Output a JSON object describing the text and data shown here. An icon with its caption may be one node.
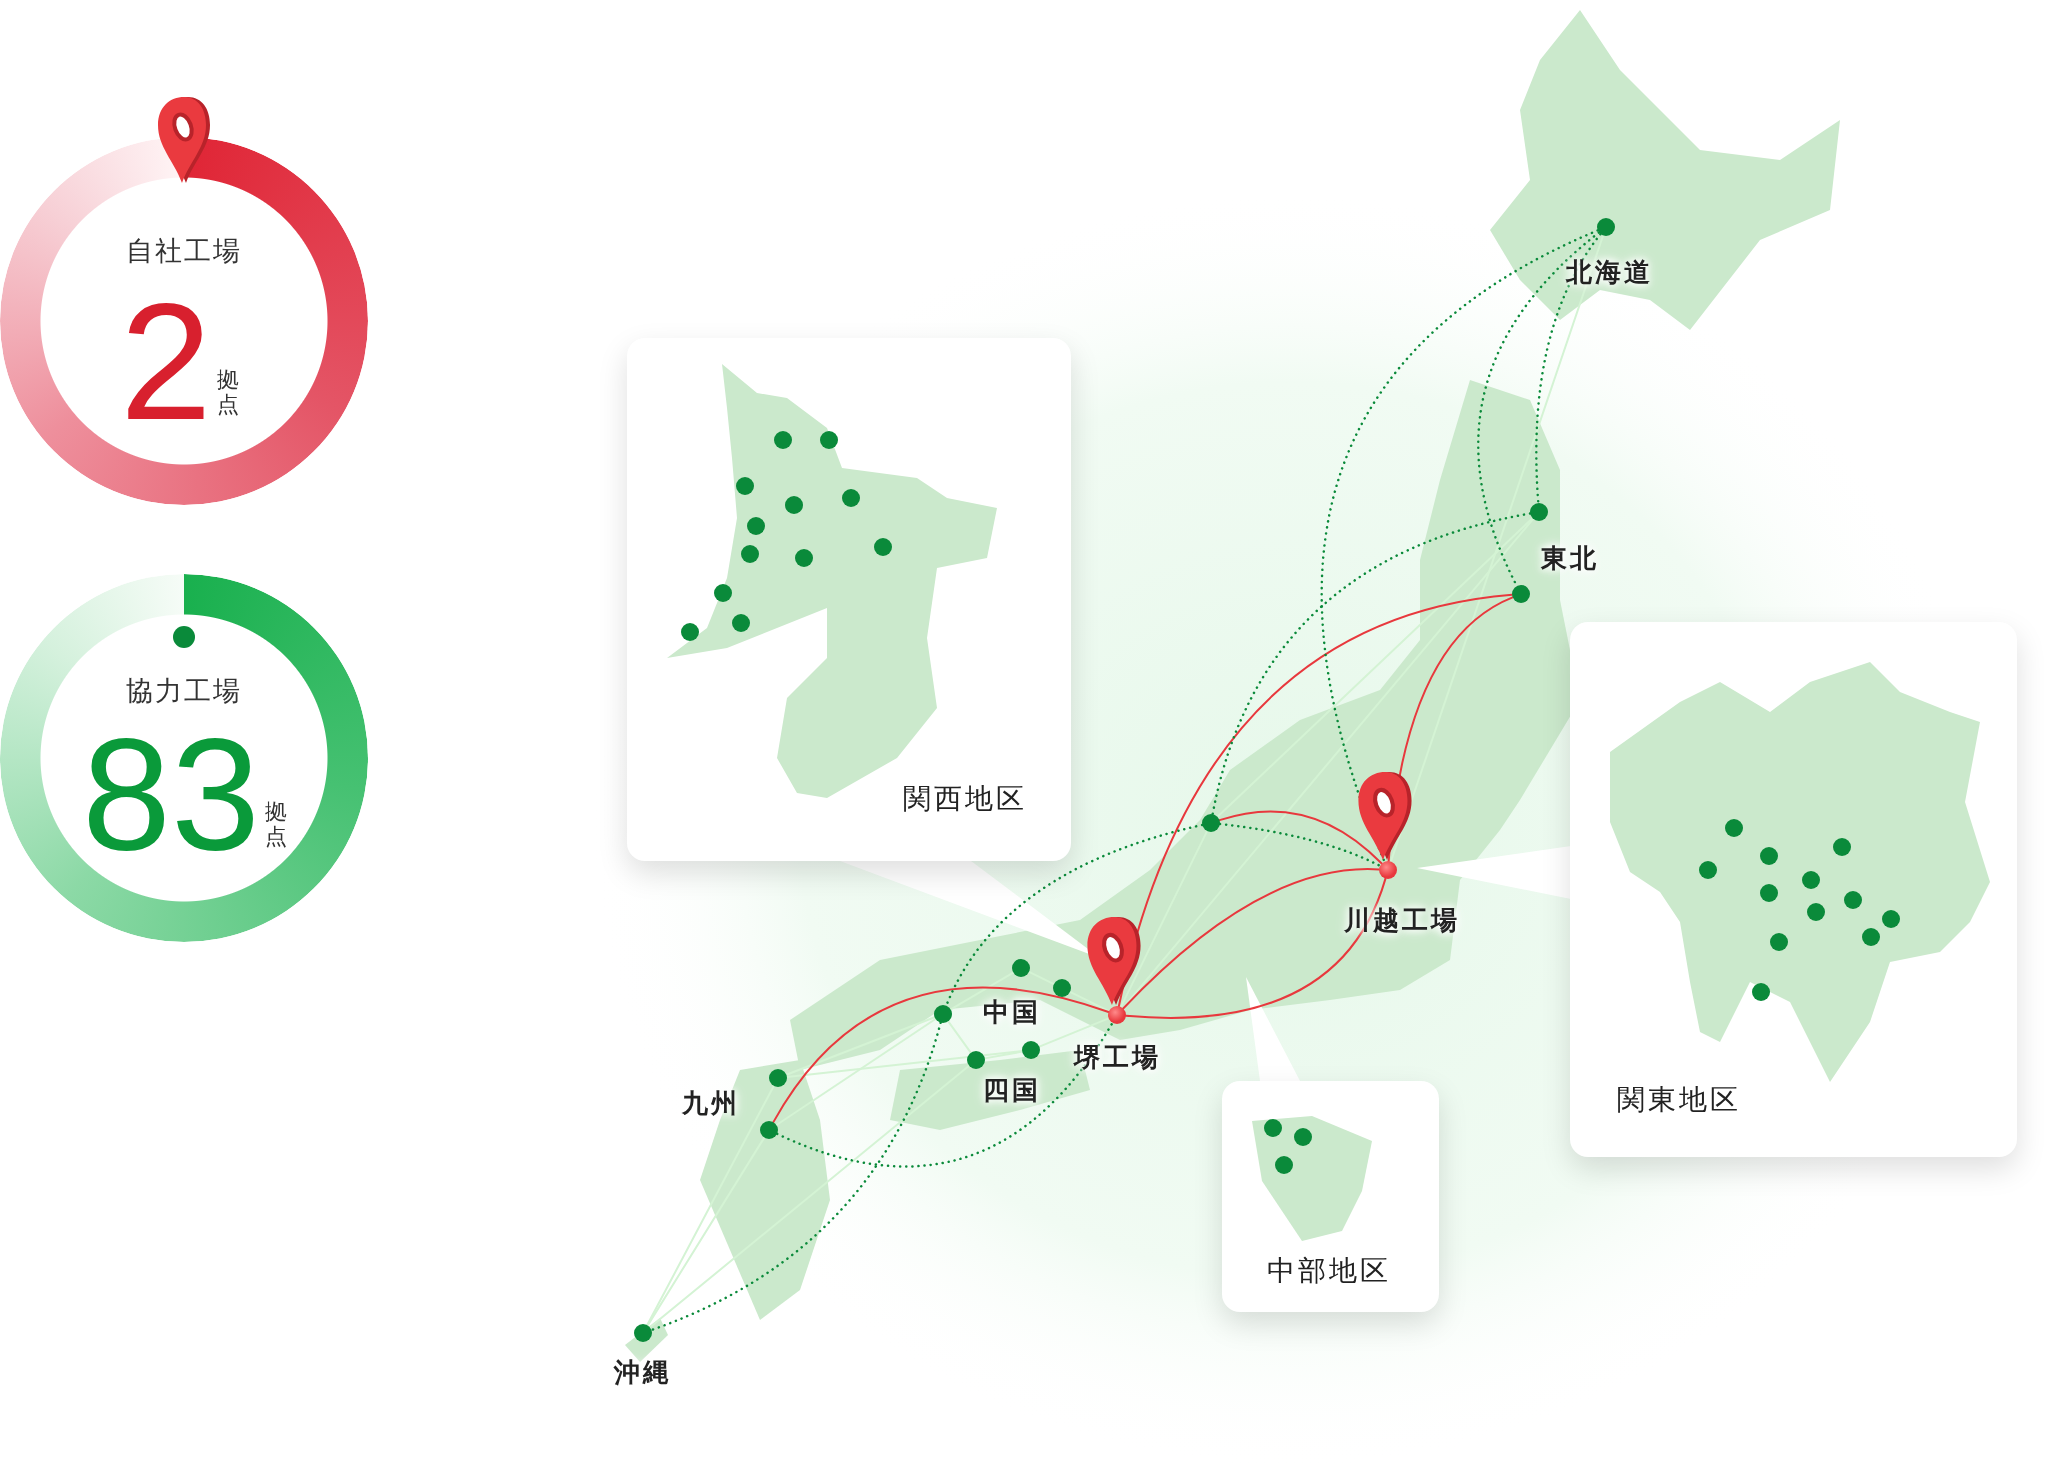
{
  "diagram": {
    "nodes": [
      {
        "text": [
          "自社工場",
          "2",
          "拠点"
        ]
      },
      {
        "text": [
          "協力工場",
          "83",
          "拠点"
        ]
      },
      {
        "text": [
          "関西地区"
        ]
      },
      {
        "text": [
          "中部地区"
        ]
      },
      {
        "text": [
          "関東地区"
        ]
      },
      {
        "text": [],
        "shape": "circle",
        "beside": [
          "北海道"
        ]
      },
      {
        "text": [],
        "shape": "circle",
        "beside": [
          "東北"
        ]
      },
      {
        "text": [],
        "shape": "circle"
      },
      {
        "text": [],
        "shape": "circle"
      },
      {
        "text": [],
        "shape": "circle",
        "beside": [
          "川越工場"
        ]
      },
      {
        "text": [],
        "shape": "circle",
        "beside": [
          "堺工場"
        ]
      },
      {
        "text": [],
        "shape": "circle"
      },
      {
        "text": [],
        "shape": "circle"
      },
      {
        "text": [],
        "shape": "circle"
      },
      {
        "text": [],
        "shape": "circle"
      },
      {
        "text": [],
        "shape": "circle"
      },
      {
        "text": [],
        "shape": "circle"
      },
      {
        "text": [],
        "shape": "circle"
      },
      {
        "text": [],
        "shape": "circle",
        "beside": [
          "沖縄"
        ]
      }
    ],
    "edges": [
      {
        "from": 18,
        "to": 16,
        "arrow": "none",
        "color": "#d4f3d4"
      },
      {
        "from": 18,
        "to": 17,
        "arrow": "none",
        "color": "#d4f3d4"
      },
      {
        "from": 18,
        "to": 14,
        "arrow": "none",
        "color": "#d4f3d4"
      },
      {
        "from": 16,
        "to": 13,
        "arrow": "none",
        "color": "#d4f3d4"
      },
      {
        "from": 16,
        "to": 15,
        "arrow": "none",
        "color": "#d4f3d4"
      },
      {
        "from": 17,
        "to": 13,
        "arrow": "none",
        "color": "#d4f3d4"
      },
      {
        "from": 13,
        "to": 11,
        "arrow": "none",
        "color": "#d4f3d4"
      },
      {
        "from": 11,
        "to": 12,
        "arrow": "none",
        "color": "#d4f3d4"
      },
      {
        "from": 12,
        "to": 10,
        "arrow": "none",
        "color": "#d4f3d4"
      },
      {
        "from": 13,
        "to": 14,
        "arrow": "none",
        "color": "#d4f3d4"
      },
      {
        "from": 14,
        "to": 15,
        "arrow": "none",
        "color": "#d4f3d4"
      },
      {
        "from": 15,
        "to": 10,
        "arrow": "none",
        "color": "#d4f3d4"
      },
      {
        "from": 10,
        "to": 8,
        "arrow": "none",
        "color": "#d4f3d4"
      },
      {
        "from": 10,
        "to": 6,
        "arrow": "none",
        "color": "#d4f3d4"
      },
      {
        "from": 9,
        "to": 5,
        "arrow": "none",
        "color": "#d4f3d4"
      },
      {
        "from": 8,
        "to": 6,
        "arrow": "none",
        "color": "#d4f3d4"
      },
      {
        "from": 10,
        "to": 7,
        "arrow": "none",
        "color": "#e8383d"
      },
      {
        "from": 10,
        "to": 9,
        "arrow": "none",
        "color": "#e8383d"
      },
      {
        "from": 10,
        "to": 9,
        "arrow": "none",
        "color": "#e8383d"
      },
      {
        "from": 10,
        "to": 17,
        "arrow": "none",
        "color": "#e8383d"
      },
      {
        "from": 9,
        "to": 7,
        "arrow": "none",
        "color": "#e8383d"
      },
      {
        "from": 8,
        "to": 9,
        "arrow": "none",
        "color": "#e8383d"
      },
      {
        "from": 5,
        "to": 9,
        "arrow": "none",
        "style": "dashed",
        "color": "#0a8a3a"
      },
      {
        "from": 5,
        "to": 7,
        "arrow": "none",
        "style": "dashed",
        "color": "#0a8a3a"
      },
      {
        "from": 5,
        "to": 6,
        "arrow": "none",
        "style": "dashed",
        "color": "#0a8a3a"
      },
      {
        "from": 6,
        "to": 8,
        "arrow": "none",
        "style": "dashed",
        "color": "#0a8a3a"
      },
      {
        "from": 8,
        "to": 9,
        "arrow": "none",
        "style": "dashed",
        "color": "#0a8a3a"
      },
      {
        "from": 8,
        "to": 13,
        "arrow": "none",
        "style": "dashed",
        "color": "#0a8a3a"
      },
      {
        "from": 13,
        "to": 18,
        "arrow": "none",
        "style": "dashed",
        "color": "#0a8a3a"
      },
      {
        "from": 17,
        "to": 10,
        "arrow": "none",
        "style": "dashed",
        "color": "#0a8a3a"
      }
    ],
    "labels": [
      "中国",
      "四国",
      "九州"
    ]
  }
}
